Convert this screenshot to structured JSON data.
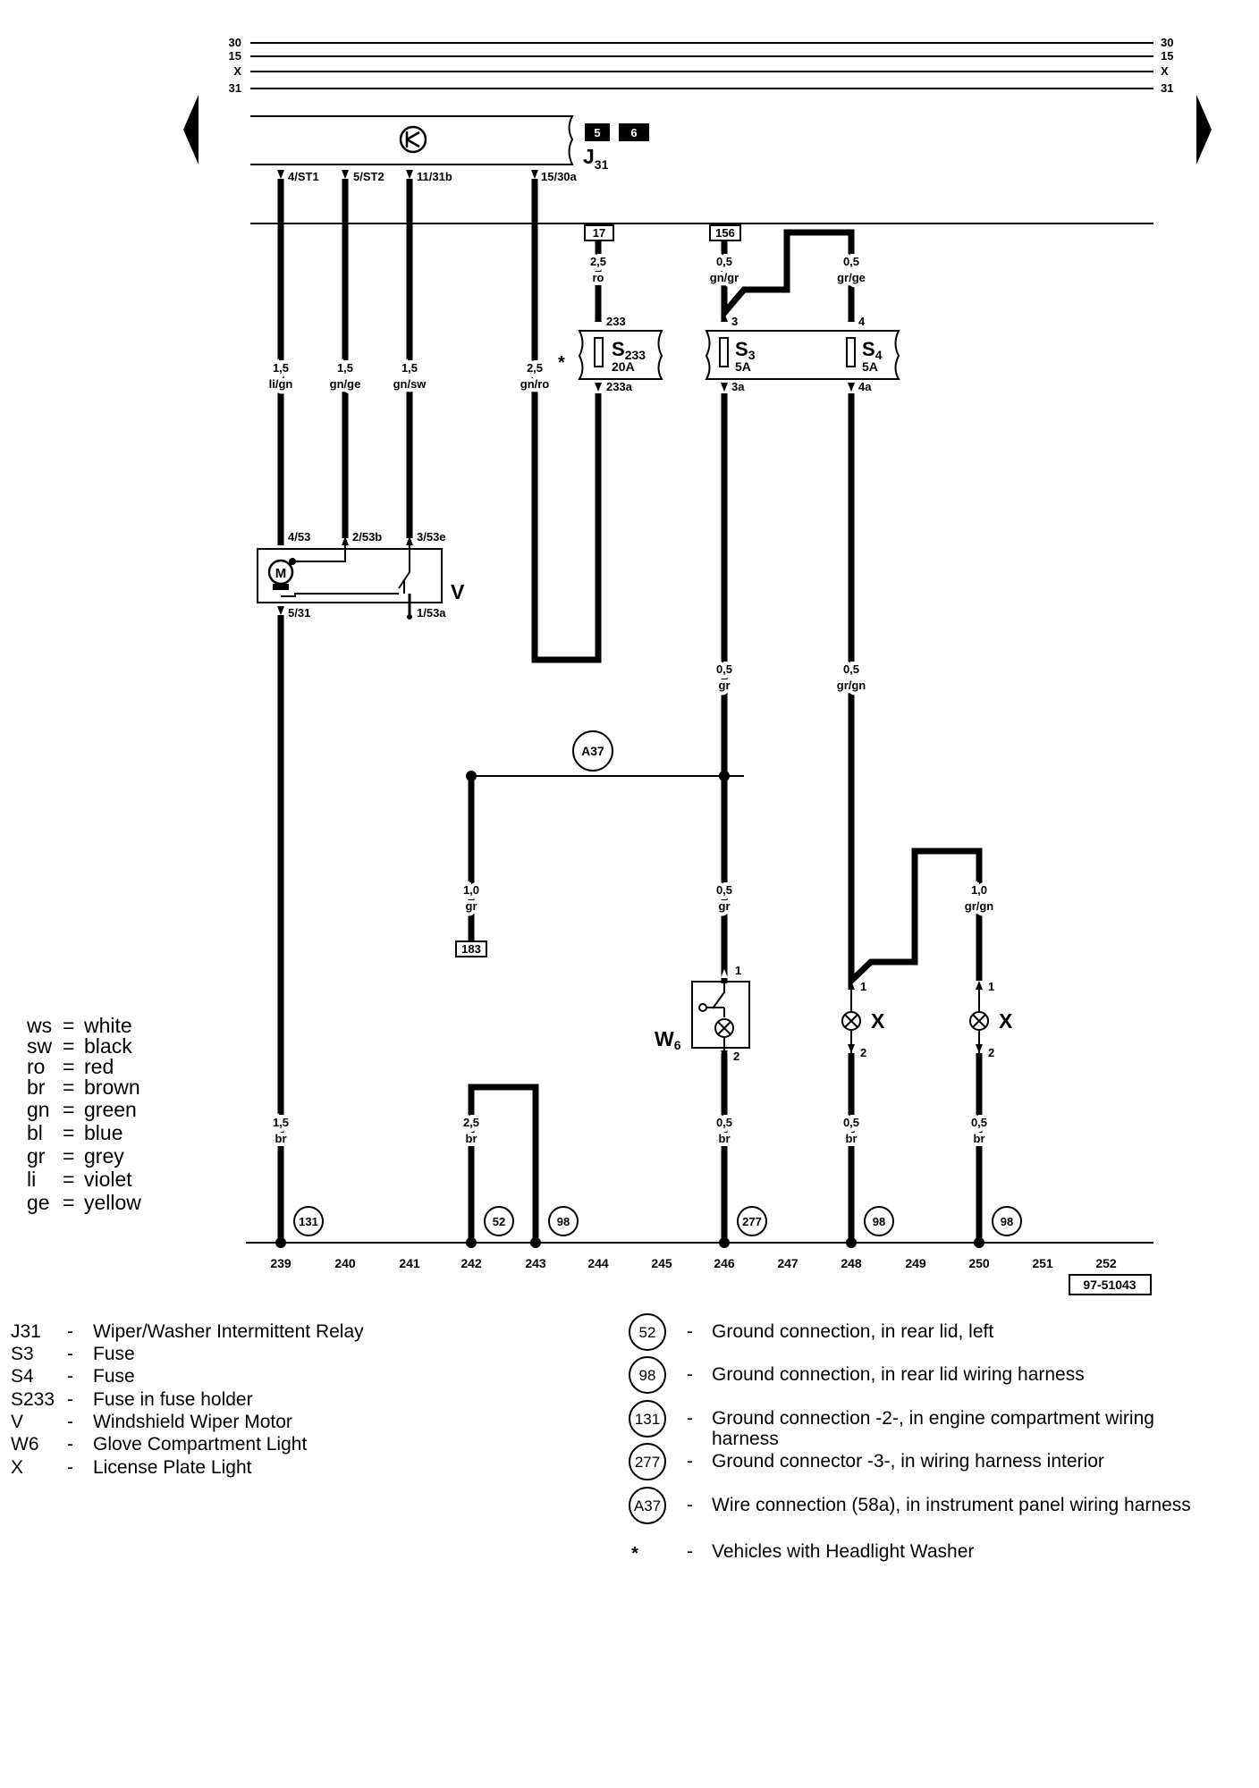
{
  "bus": {
    "left_labels": [
      "30",
      "15",
      "X",
      "31"
    ],
    "right_labels": [
      "30",
      "15",
      "X",
      "31"
    ]
  },
  "relay": {
    "id": "J31",
    "id_main": "J",
    "id_sub": "31",
    "badges": [
      "5",
      "6"
    ],
    "pins": [
      "4/ST1",
      "5/ST2",
      "11/31b",
      "15/30a"
    ]
  },
  "fuse_refs": [
    "17",
    "156"
  ],
  "fuses": {
    "s233": {
      "name": "S",
      "sub": "233",
      "rating": "20A",
      "pin_in": "233",
      "pin_out": "233a"
    },
    "s3": {
      "name": "S",
      "sub": "3",
      "rating": "5A",
      "pin_in": "3",
      "pin_out": "3a"
    },
    "s4": {
      "name": "S",
      "sub": "4",
      "rating": "5A",
      "pin_in": "4",
      "pin_out": "4a"
    }
  },
  "wires": {
    "w239_top": {
      "gauge": "1,5",
      "color": "li/gn"
    },
    "w240_top": {
      "gauge": "1,5",
      "color": "gn/ge"
    },
    "w241_top": {
      "gauge": "1,5",
      "color": "gn/sw"
    },
    "w243_top": {
      "gauge": "2,5",
      "color": "gn/ro"
    },
    "w244_top": {
      "gauge": "2,5",
      "color": "ro"
    },
    "w246_top": {
      "gauge": "0,5",
      "color": "gn/gr"
    },
    "w248_top": {
      "gauge": "0,5",
      "color": "gr/ge"
    },
    "w246_mid": {
      "gauge": "0,5",
      "color": "gr"
    },
    "w248_mid": {
      "gauge": "0,5",
      "color": "gr/gn"
    },
    "w242_mid": {
      "gauge": "1,0",
      "color": "gr"
    },
    "w246_low": {
      "gauge": "0,5",
      "color": "gr"
    },
    "w250_mid": {
      "gauge": "1,0",
      "color": "gr/gn"
    },
    "w239_bot": {
      "gauge": "1,5",
      "color": "br"
    },
    "w242_bot": {
      "gauge": "2,5",
      "color": "br"
    },
    "w246_bot": {
      "gauge": "0,5",
      "color": "br"
    },
    "w248_bot": {
      "gauge": "0,5",
      "color": "br"
    },
    "w250_bot": {
      "gauge": "0,5",
      "color": "br"
    }
  },
  "asterisk": "*",
  "motor": {
    "id": "V",
    "symbol": "M",
    "pins": [
      "4/53",
      "2/53b",
      "3/53e",
      "5/31",
      "1/53a"
    ]
  },
  "connector_a37": "A37",
  "ref_183": "183",
  "glove_light": {
    "id_main": "W",
    "id_sub": "6",
    "pin_top": "1",
    "pin_bottom": "2"
  },
  "license_light": {
    "id": "X",
    "pin_top": "1",
    "pin_bottom": "2"
  },
  "grounds": [
    "131",
    "52",
    "98",
    "277",
    "98",
    "98"
  ],
  "tracks": [
    "239",
    "240",
    "241",
    "242",
    "243",
    "244",
    "245",
    "246",
    "247",
    "248",
    "249",
    "250",
    "251",
    "252"
  ],
  "diagram_id": "97-51043",
  "color_legend": [
    {
      "code": "ws",
      "eq": "=",
      "name": "white"
    },
    {
      "code": "sw",
      "eq": "=",
      "name": "black"
    },
    {
      "code": "ro",
      "eq": "=",
      "name": "red"
    },
    {
      "code": "br",
      "eq": "=",
      "name": "brown"
    },
    {
      "code": "gn",
      "eq": "=",
      "name": "green"
    },
    {
      "code": "bl",
      "eq": "=",
      "name": "blue"
    },
    {
      "code": "gr",
      "eq": "=",
      "name": "grey"
    },
    {
      "code": "li",
      "eq": "=",
      "name": "violet"
    },
    {
      "code": "ge",
      "eq": "=",
      "name": "yellow"
    }
  ],
  "component_legend": [
    {
      "code": "J31",
      "dash": "-",
      "desc": "Wiper/Washer Intermittent Relay"
    },
    {
      "code": "S3",
      "dash": "-",
      "desc": "Fuse"
    },
    {
      "code": "S4",
      "dash": "-",
      "desc": "Fuse"
    },
    {
      "code": "S233",
      "dash": "-",
      "desc": "Fuse in fuse holder"
    },
    {
      "code": "V",
      "dash": "-",
      "desc": "Windshield Wiper Motor"
    },
    {
      "code": "W6",
      "dash": "-",
      "desc": "Glove Compartment Light"
    },
    {
      "code": "X",
      "dash": "-",
      "desc": "License Plate Light"
    }
  ],
  "ground_legend": [
    {
      "code": "52",
      "dash": "-",
      "desc": "Ground connection, in rear lid, left"
    },
    {
      "code": "98",
      "dash": "-",
      "desc": "Ground connection, in rear lid wiring harness"
    },
    {
      "code": "131",
      "dash": "-",
      "desc": "Ground connection -2-, in engine compartment wiring",
      "desc2": "harness"
    },
    {
      "code": "277",
      "dash": "-",
      "desc": "Ground connector -3-, in wiring harness interior"
    },
    {
      "code": "A37",
      "dash": "-",
      "desc": "Wire connection (58a), in instrument panel wiring harness"
    },
    {
      "code": "*",
      "dash": "-",
      "desc": "Vehicles with Headlight Washer"
    }
  ],
  "colors": {
    "ink": "#000000",
    "paper": "#ffffff"
  }
}
